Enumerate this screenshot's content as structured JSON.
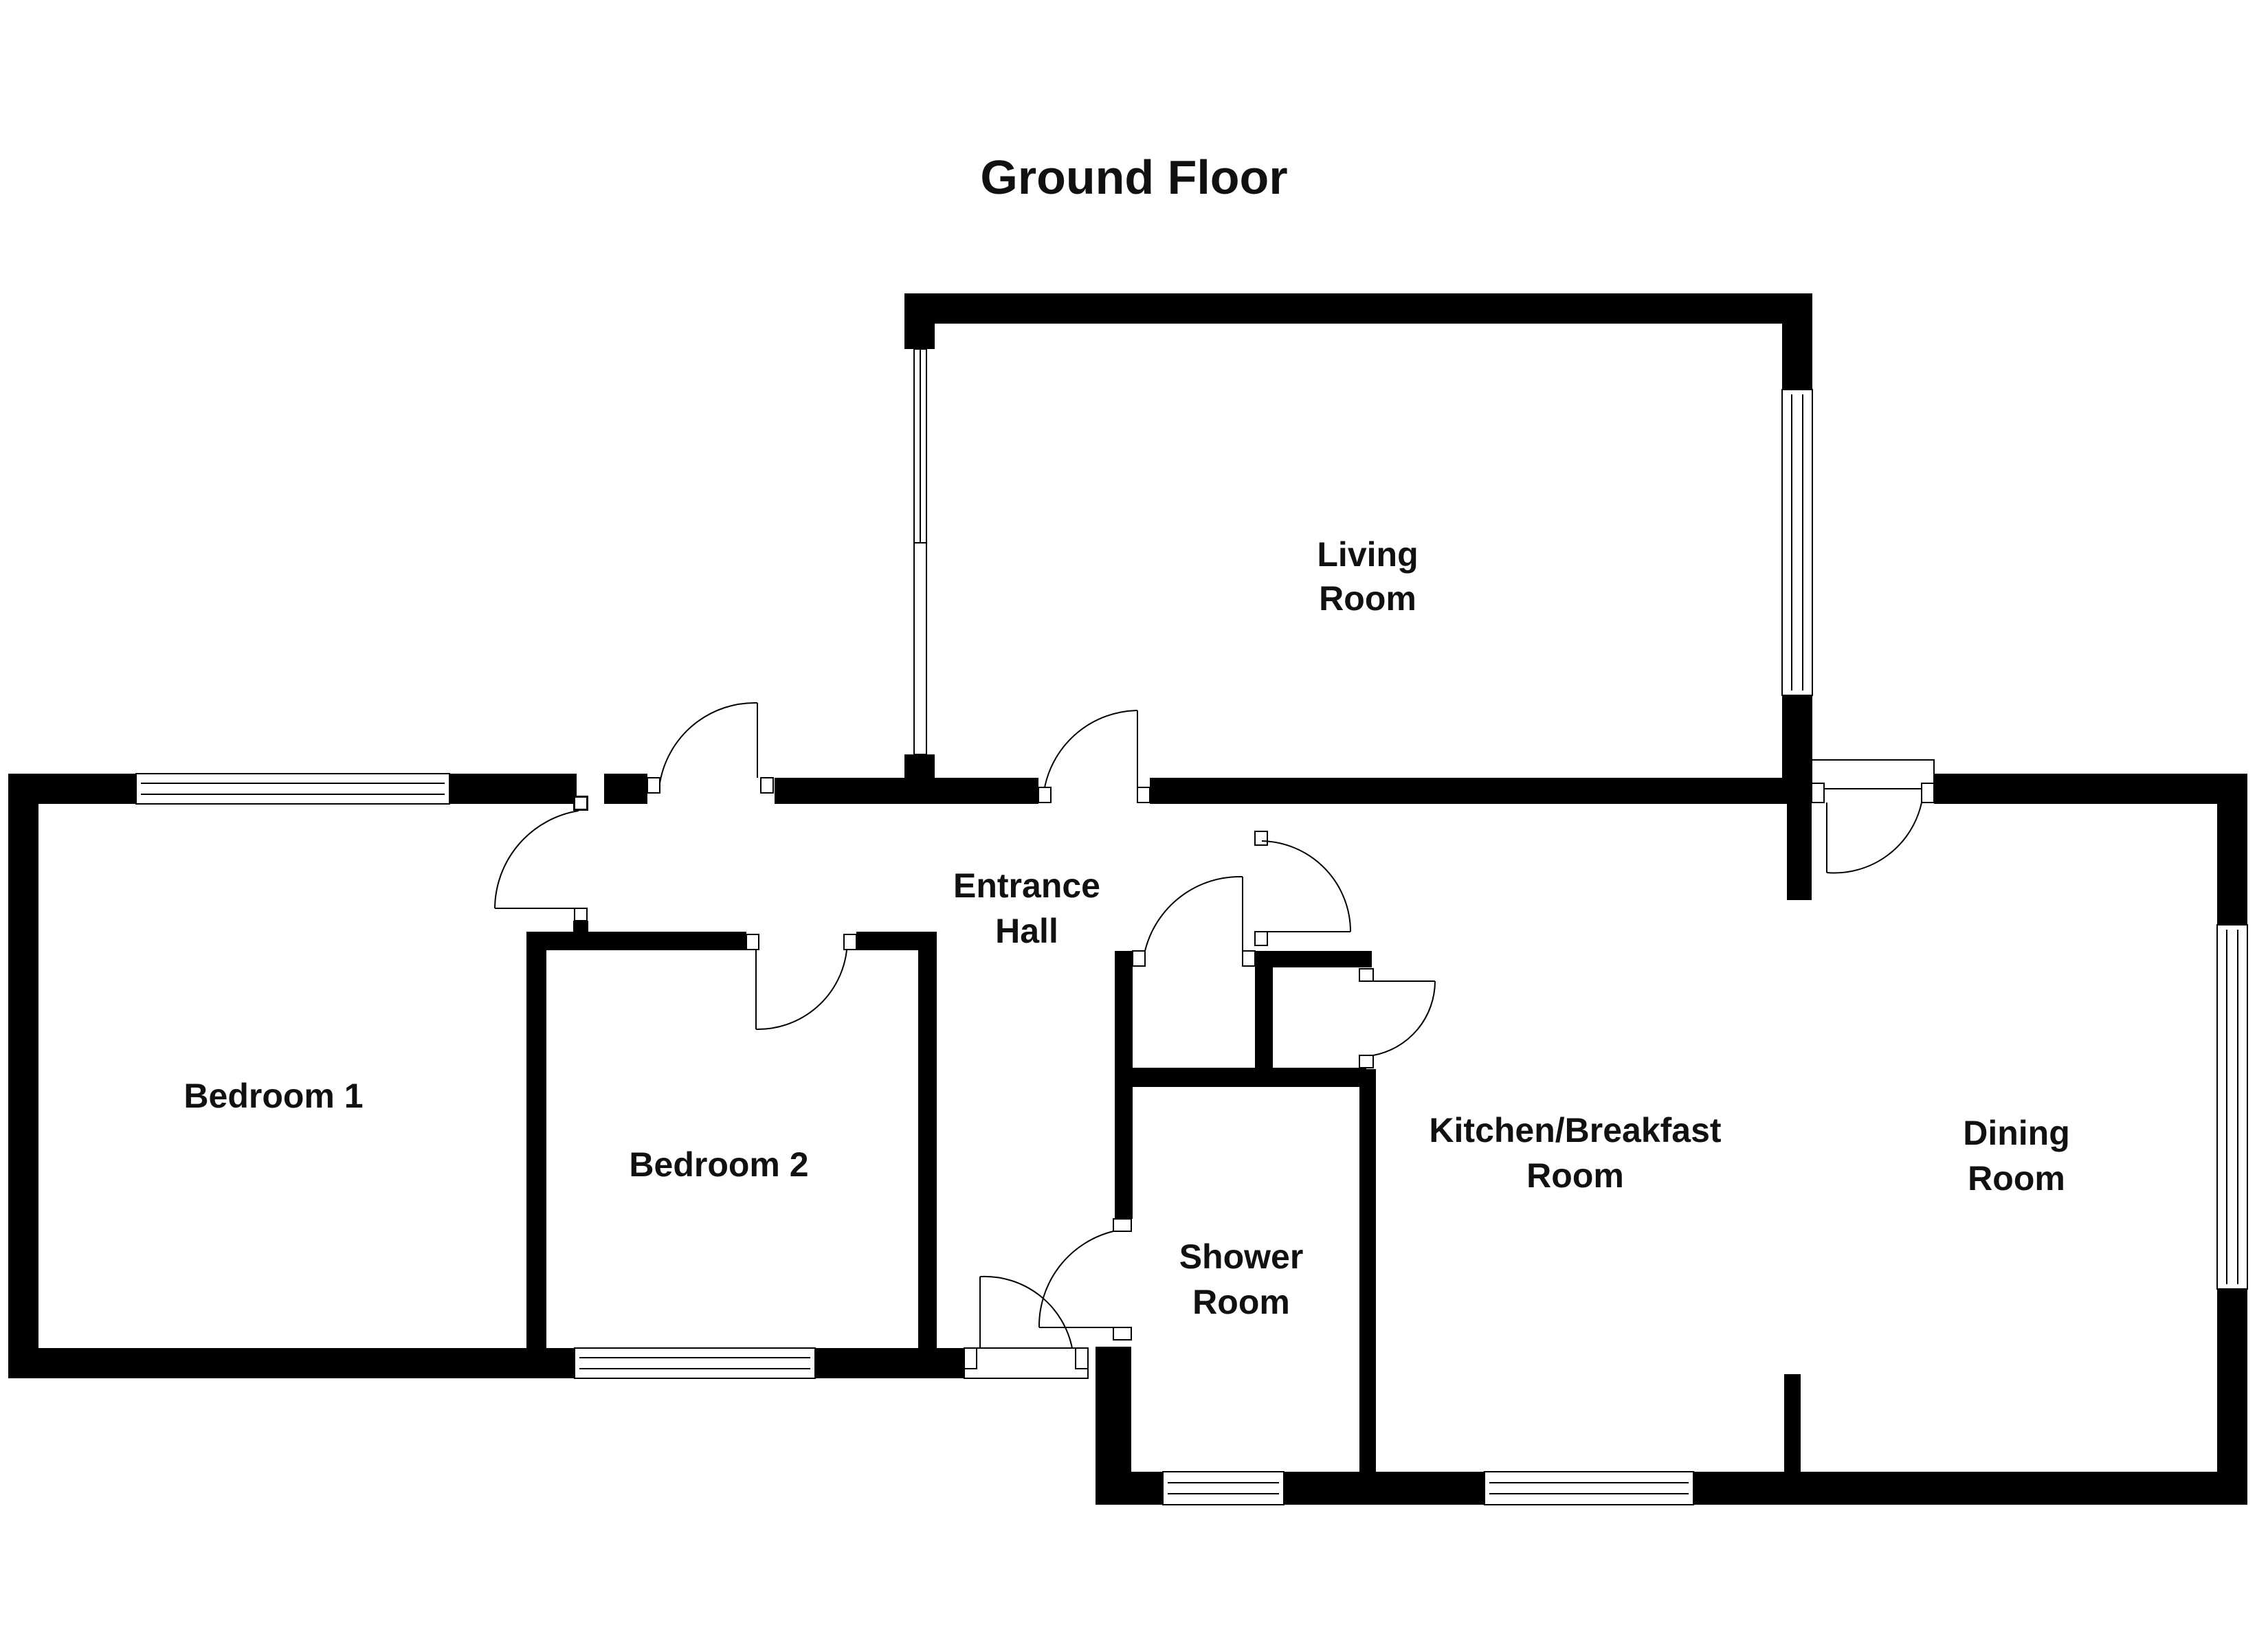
{
  "title": "Ground Floor",
  "rooms": {
    "living_room": [
      "Living",
      "Room"
    ],
    "entrance_hall": [
      "Entrance",
      "Hall"
    ],
    "bedroom_1": [
      "Bedroom 1"
    ],
    "bedroom_2": [
      "Bedroom 2"
    ],
    "shower_room": [
      "Shower",
      "Room"
    ],
    "kitchen": [
      "Kitchen/Breakfast",
      "Room"
    ],
    "dining_room": [
      "Dining",
      "Room"
    ]
  },
  "colors": {
    "wall": "#000000",
    "background": "#ffffff"
  }
}
